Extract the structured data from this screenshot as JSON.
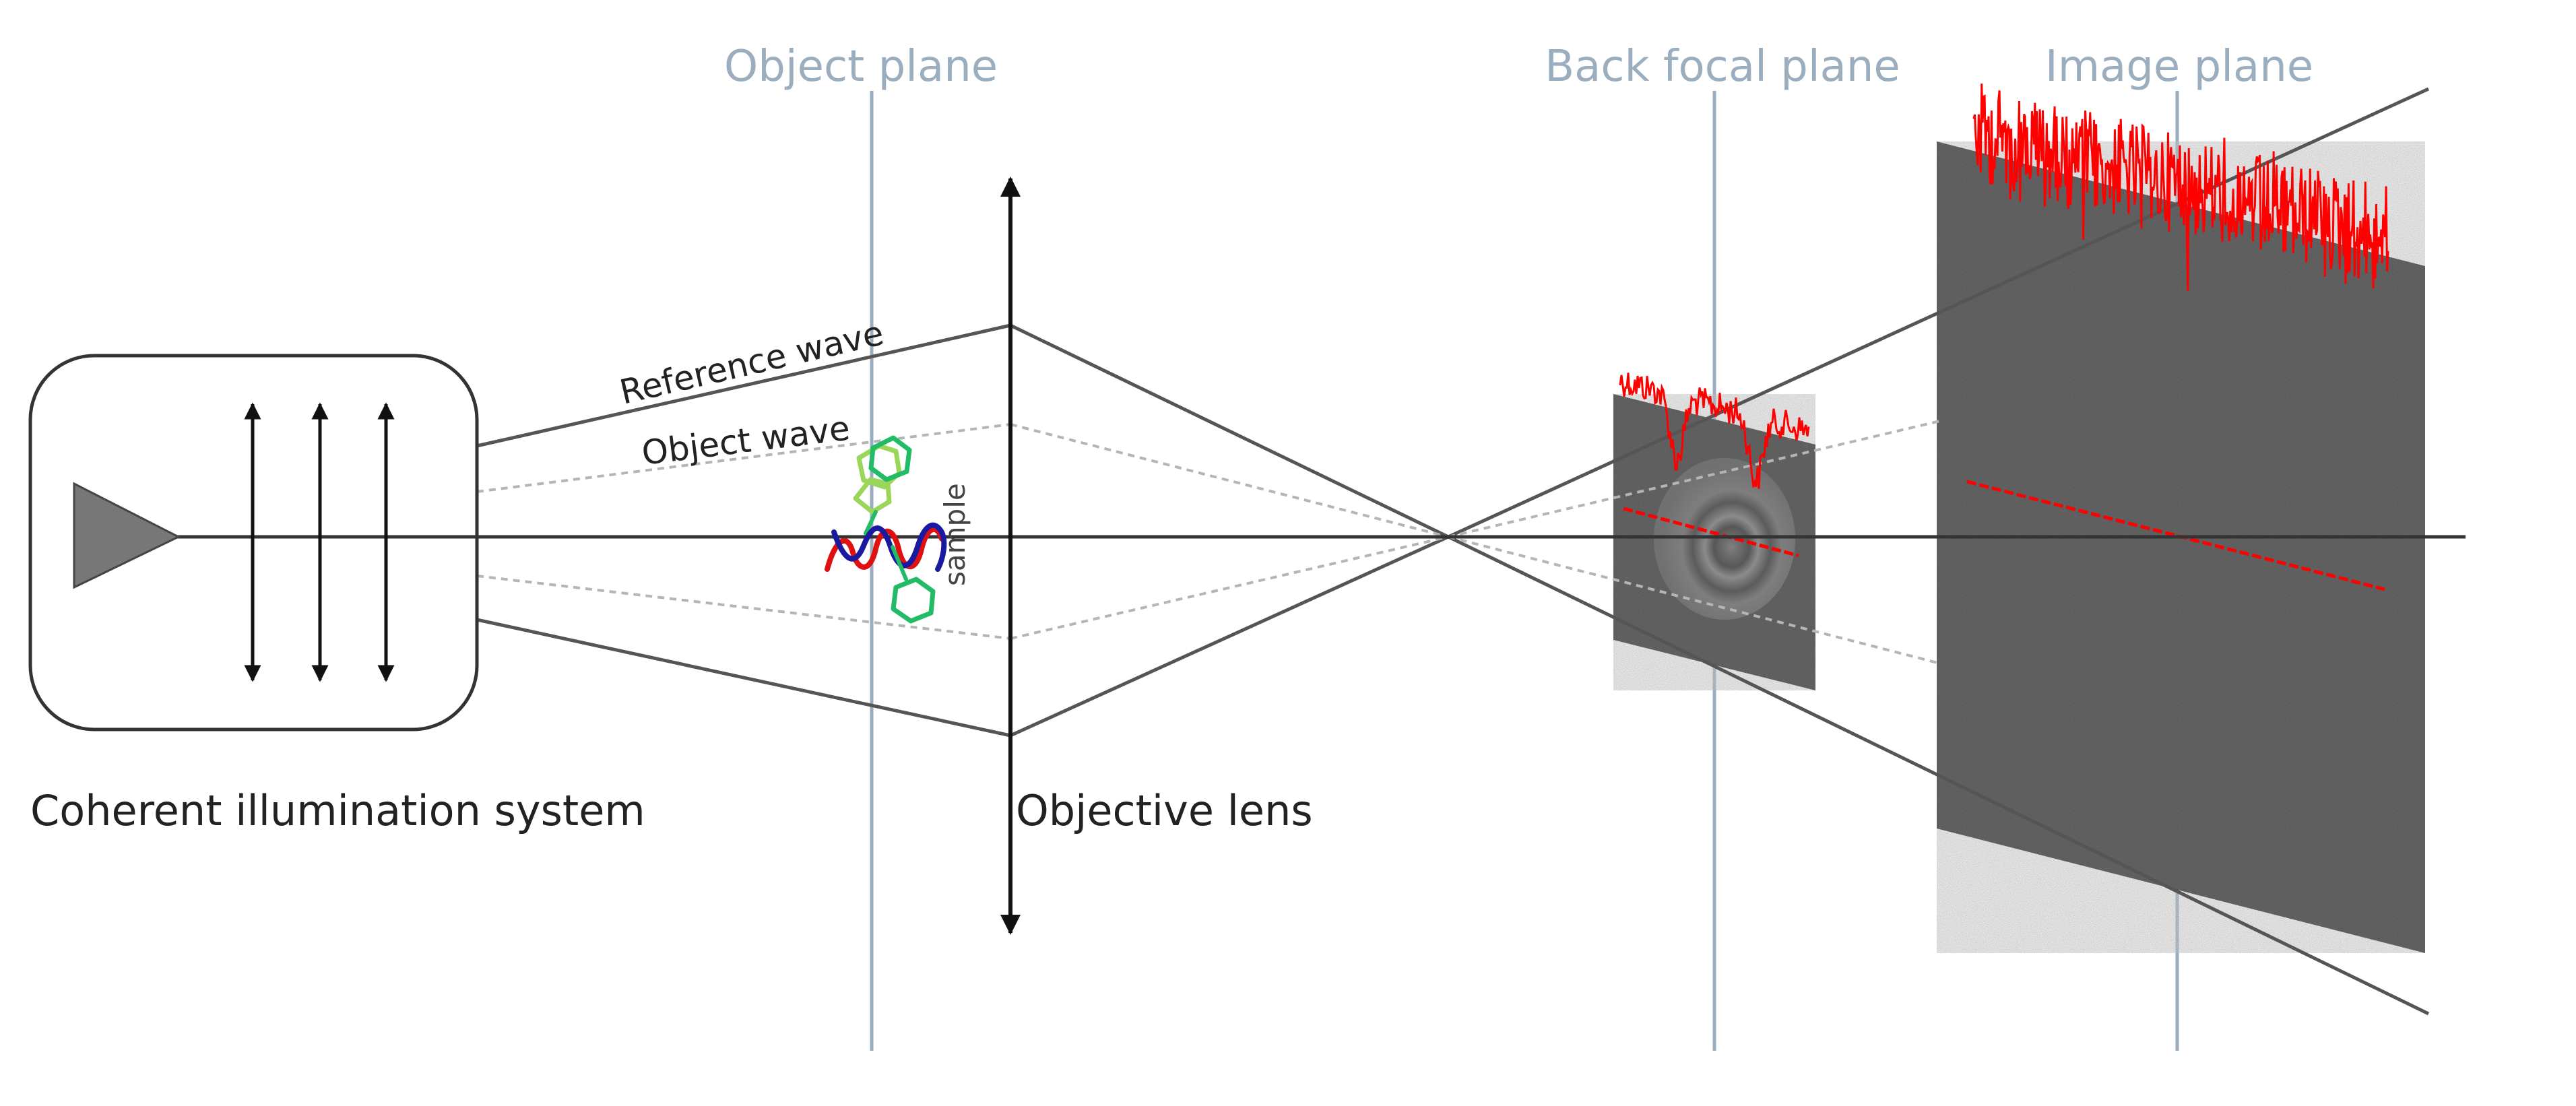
{
  "labels": {
    "object_plane": "Object plane",
    "back_focal_plane": "Back focal plane",
    "image_plane": "Image plane",
    "reference_wave": "Reference wave",
    "object_wave": "Object wave",
    "sample": "sample",
    "coherent_illumination_system": "Coherent illumination system",
    "objective_lens": "Objective lens"
  },
  "colors": {
    "plane_line": "#9aaebf",
    "ray": "#555555",
    "dotted_ray": "#b5b5b5",
    "profile": "#ff0000",
    "green_molecule": "#22bb66",
    "light_green_molecule": "#9ad65a",
    "blue_molecule": "#1a1aa0",
    "red_molecule": "#e01010",
    "detector": "#6d6d6d"
  }
}
